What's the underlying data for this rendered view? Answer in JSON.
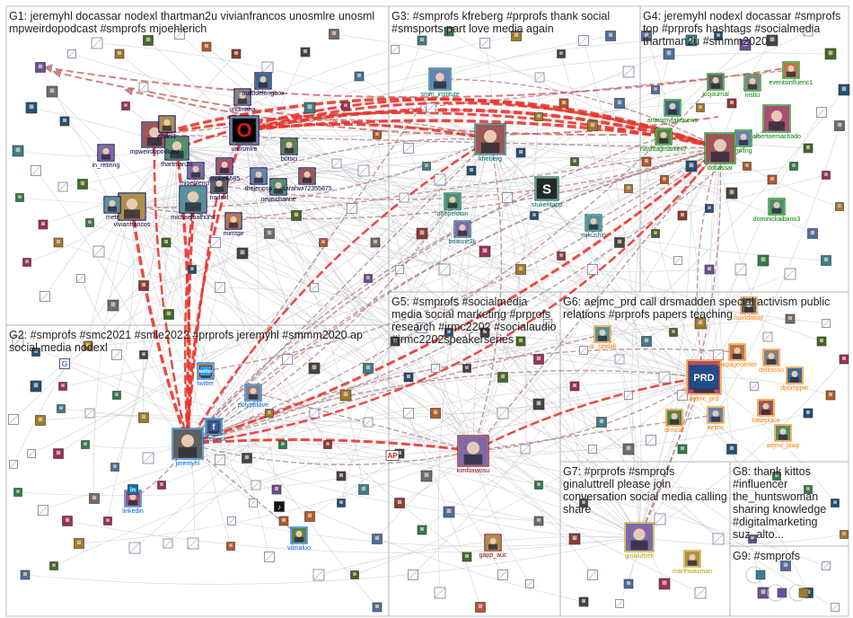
{
  "colors": {
    "edge_strong": "#e8332a",
    "edge_mid": "#c8655f",
    "edge_soft": "#a88f93",
    "edge_faint": "#c5c5cc",
    "panel_border": "#b0b0b0",
    "label_text": "#222222"
  },
  "groups": [
    {
      "id": "G1",
      "label": "G1: jeremyhl docassar nodexl thartman2u vivianfrancos unosmlre unosml mpweirdopodcast #smprofs mjoehlerich",
      "label_color": "#00003c"
    },
    {
      "id": "G2",
      "label": "G2: #smprofs #smc2021 #smle2022 #prprofs jeremyhl #smmm2020 ap social media nodexl",
      "label_color": "#0066cc"
    },
    {
      "id": "G3",
      "label": "G3: #smprofs kfreberg #prprofs thank social #smsports part love media again",
      "label_color": "#006666"
    },
    {
      "id": "G4",
      "label": "G4: jeremyhl nodexl docassar #smprofs top #prprofs hashtags #socialmedia thartman2u #smmm2020",
      "label_color": "#008000"
    },
    {
      "id": "G5",
      "label": "G5: #smprofs #socialmedia media social marketing #prprofs research #jrmc2202 #socialaudio #jrmc2202speakerseries",
      "label_color": "#800000"
    },
    {
      "id": "G6",
      "label": "G6: aejmc_prd call drsmadden special activism public relations #prprofs papers teaching",
      "label_color": "#ff8000"
    },
    {
      "id": "G7",
      "label": "G7: #prprofs #smprofs ginaluttrell please join conversation social media calling share",
      "label_color": "#b8a000"
    },
    {
      "id": "G8",
      "label": "G8: thank kittos #influencer the_huntswoman sharing knowledge #digitalmarketing suz_alto...",
      "label_color": "#404040"
    },
    {
      "id": "G9",
      "label": "G9: #smprofs",
      "label_color": "#800040"
    }
  ],
  "node_labels": [
    {
      "id": "unosmlre",
      "text": "unosmlre",
      "group": "G1"
    },
    {
      "id": "mpweirdopodcast",
      "text": "mpweirdopodcast",
      "group": "G1"
    },
    {
      "id": "thartman2u",
      "text": "thartman2u",
      "group": "G1"
    },
    {
      "id": "mjoehlerich",
      "text": "mjoehlerich",
      "group": "G1"
    },
    {
      "id": "vivianfrancos",
      "text": "vivianfrancos",
      "group": "G1"
    },
    {
      "id": "michaelbathurst",
      "text": "michaelbathurst",
      "group": "G1"
    },
    {
      "id": "nodexl",
      "text": "nodexl",
      "group": "G1"
    },
    {
      "id": "mimspr",
      "text": "mimspr",
      "group": "G1"
    },
    {
      "id": "unomaha",
      "text": "unomaha",
      "group": "G1"
    },
    {
      "id": "outsidelongbox",
      "text": "outsidelongbox",
      "group": "G1"
    },
    {
      "id": "cooke6685",
      "text": "cooke6685",
      "group": "G1"
    },
    {
      "id": "b0tsci",
      "text": "b0tsci",
      "group": "G1"
    },
    {
      "id": "thejenosp",
      "text": "thejenosp",
      "group": "G1"
    },
    {
      "id": "sarahwi72355875",
      "text": "sarahwi72355875",
      "group": "G1"
    },
    {
      "id": "newschanne",
      "text": "newschanne",
      "group": "G1"
    },
    {
      "id": "in_retiring",
      "text": "in_retiring",
      "group": "G1"
    },
    {
      "id": "chael1",
      "text": "chael1",
      "group": "G1"
    },
    {
      "id": "metr",
      "text": "metr",
      "group": "G1"
    },
    {
      "id": "jeremyhl",
      "text": "jeremyhl",
      "group": "G2"
    },
    {
      "id": "twitter",
      "text": "twitter",
      "group": "G2"
    },
    {
      "id": "polypolilive",
      "text": "polypolilive",
      "group": "G2"
    },
    {
      "id": "facebook",
      "text": "facebook",
      "group": "G2"
    },
    {
      "id": "linkedin",
      "text": "linkedin",
      "group": "G2"
    },
    {
      "id": "vilmaluo",
      "text": "vilmaluo",
      "group": "G2"
    },
    {
      "id": "smm_institute",
      "text": "smm_institute",
      "group": "G3"
    },
    {
      "id": "kfreberg",
      "text": "kfreberg",
      "group": "G3"
    },
    {
      "id": "onepeloton",
      "text": "onepeloton",
      "group": "G3"
    },
    {
      "id": "brianne2k",
      "text": "brianne2k",
      "group": "G3"
    },
    {
      "id": "stukentapp",
      "text": "stukentapp",
      "group": "G3"
    },
    {
      "id": "mjkushin",
      "text": "mjkushin",
      "group": "G3"
    },
    {
      "id": "jccjournal",
      "text": "jccjournal",
      "group": "G4"
    },
    {
      "id": "eventsinfluenc1",
      "text": "eventsinfluenc1",
      "group": "G4"
    },
    {
      "id": "instiu",
      "text": "instiu",
      "group": "G4"
    },
    {
      "id": "anatomyfakenews",
      "text": "anatomyfakenews",
      "group": "G4"
    },
    {
      "id": "albertoemachado",
      "text": "albertoemachado",
      "group": "G4"
    },
    {
      "id": "hashtagmarket7",
      "text": "hashtagmarketi7",
      "group": "G4"
    },
    {
      "id": "mktng",
      "text": "mktng",
      "group": "G4"
    },
    {
      "id": "docassar",
      "text": "docassar",
      "group": "G4"
    },
    {
      "id": "dominickalbano3",
      "text": "dominickalbano3",
      "group": "G4"
    },
    {
      "id": "kimfoxwosu",
      "text": "kimfoxwosu",
      "group": "G5"
    },
    {
      "id": "gapp_auc",
      "text": "gapp_auc",
      "group": "G5"
    },
    {
      "id": "dr_sindall",
      "text": "dr_sindall",
      "group": "G6"
    },
    {
      "id": "foundation",
      "text": "foundation",
      "group": "G6"
    },
    {
      "id": "thepagecenter",
      "text": "thepagecenter",
      "group": "G6"
    },
    {
      "id": "dellrosso",
      "text": "dellrosso",
      "group": "G6"
    },
    {
      "id": "dpompper",
      "text": "dpompper",
      "group": "G6"
    },
    {
      "id": "aejmc_prd",
      "text": "aejmc_prd",
      "group": "G6"
    },
    {
      "id": "drmcar",
      "text": "drmcar",
      "group": "G6"
    },
    {
      "id": "aejmc",
      "text": "aejmc",
      "group": "G6"
    },
    {
      "id": "katieplace",
      "text": "katieplace",
      "group": "G6"
    },
    {
      "id": "aejmc_lawp",
      "text": "aejmc_lawp",
      "group": "G6"
    },
    {
      "id": "ginaluttrell",
      "text": "ginaluttrell",
      "group": "G7"
    },
    {
      "id": "marthwaxman",
      "text": "marthwaxman",
      "group": "G7"
    }
  ],
  "icon_labels": {
    "ap_logo": "AP",
    "prd_logo": "PRD",
    "unomaha_logo": "O",
    "stukent_logo": "S",
    "twitter_logo": "twitter",
    "facebook_logo": "f",
    "linkedin_logo": "in",
    "google_logo": "G",
    "tiktok_logo": "♪"
  }
}
